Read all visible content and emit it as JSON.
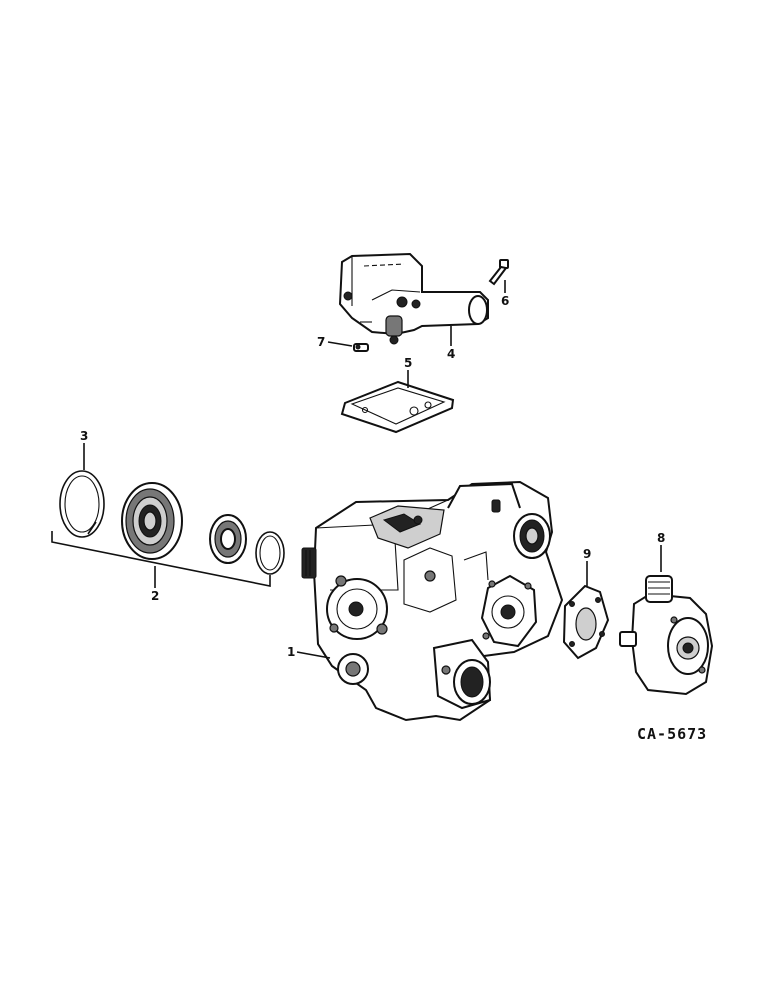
{
  "diagram": {
    "drawing_code": "CA-5673",
    "callouts": [
      {
        "id": "callout-1",
        "label": "1"
      },
      {
        "id": "callout-2",
        "label": "2"
      },
      {
        "id": "callout-3",
        "label": "3"
      },
      {
        "id": "callout-4",
        "label": "4"
      },
      {
        "id": "callout-5",
        "label": "5"
      },
      {
        "id": "callout-6",
        "label": "6"
      },
      {
        "id": "callout-7",
        "label": "7"
      },
      {
        "id": "callout-8",
        "label": "8"
      },
      {
        "id": "callout-9",
        "label": "9"
      }
    ]
  }
}
